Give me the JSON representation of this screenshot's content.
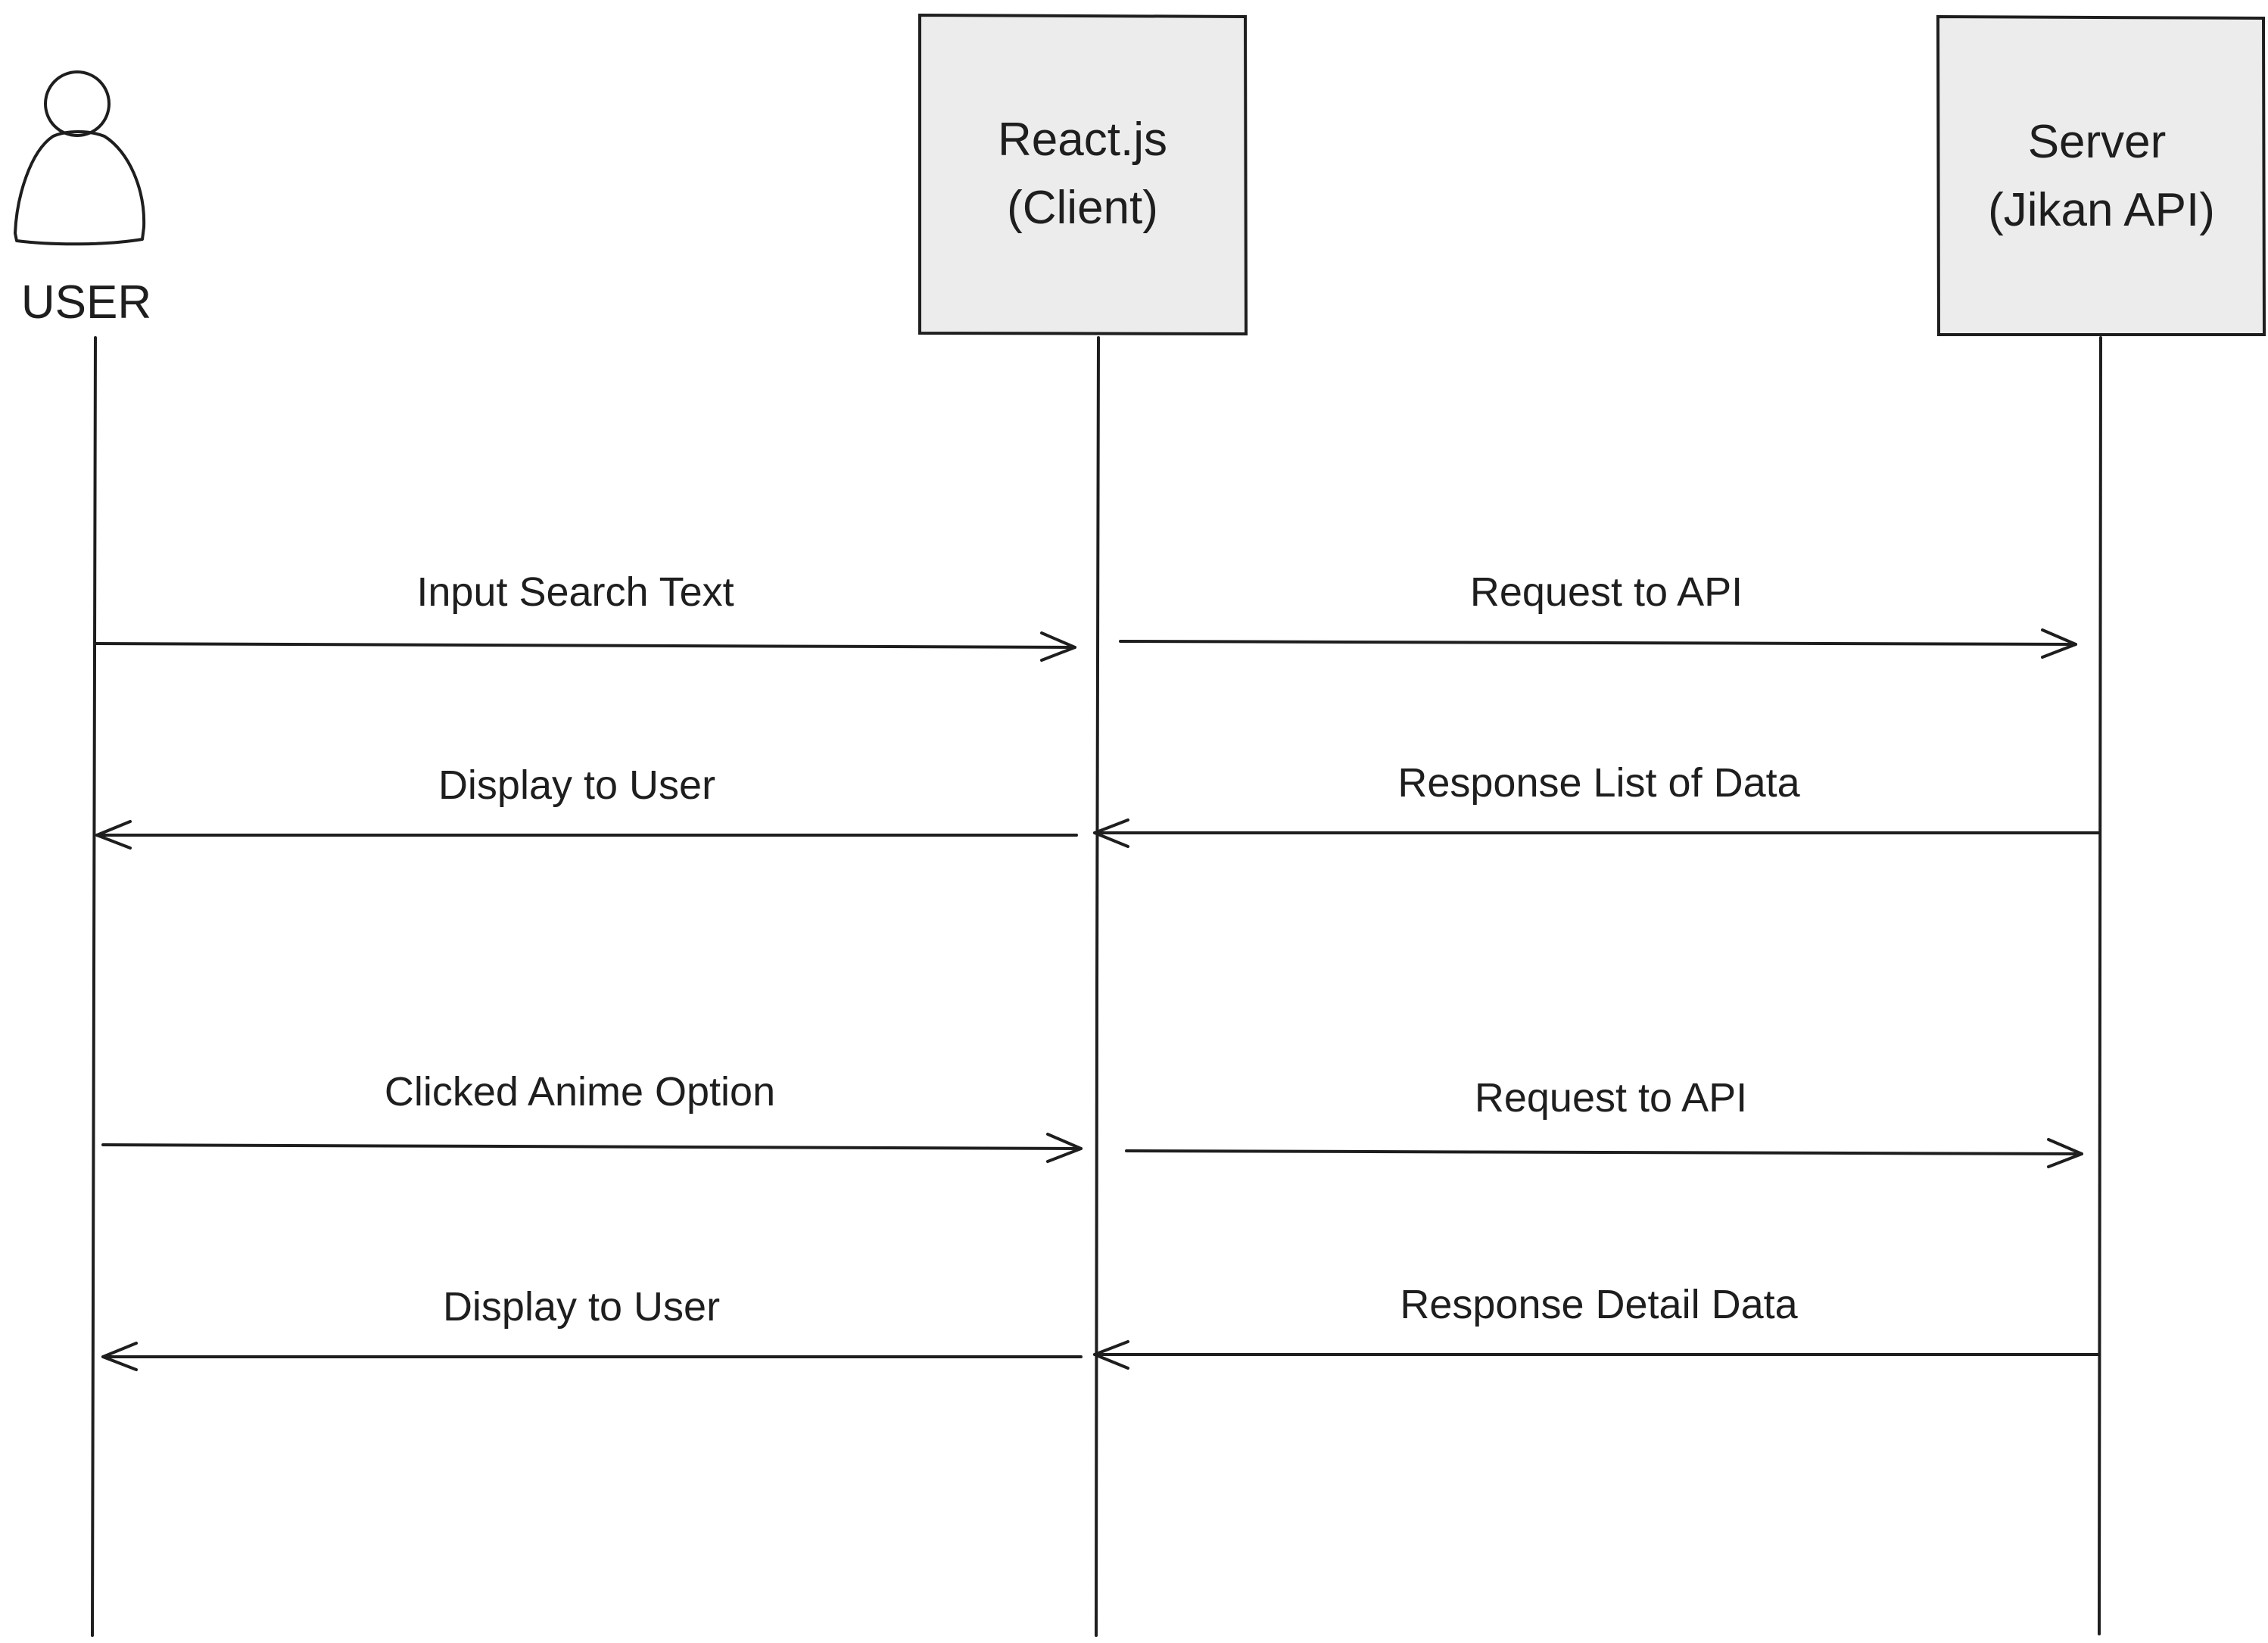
{
  "participants": [
    {
      "id": "user",
      "label_lines": [
        "USER"
      ],
      "kind": "actor"
    },
    {
      "id": "client",
      "label_lines": [
        "React.js",
        "(Client)"
      ],
      "kind": "box"
    },
    {
      "id": "server",
      "label_lines": [
        "Server",
        "(Jikan API)"
      ],
      "kind": "box"
    }
  ],
  "messages": [
    {
      "label": "Input Search Text",
      "from": "user",
      "to": "client"
    },
    {
      "label": "Request to API",
      "from": "client",
      "to": "server"
    },
    {
      "label": "Display to User",
      "from": "client",
      "to": "user"
    },
    {
      "label": "Response List of Data",
      "from": "server",
      "to": "client"
    },
    {
      "label": "Clicked Anime Option",
      "from": "user",
      "to": "client"
    },
    {
      "label": "Request to API",
      "from": "client",
      "to": "server"
    },
    {
      "label": "Display to User",
      "from": "client",
      "to": "user"
    },
    {
      "label": "Response Detail Data",
      "from": "server",
      "to": "client"
    }
  ],
  "colors": {
    "stroke": "#1e1e1e",
    "box_fill": "#ececec",
    "actor_hatch": "#c9cdd6"
  }
}
